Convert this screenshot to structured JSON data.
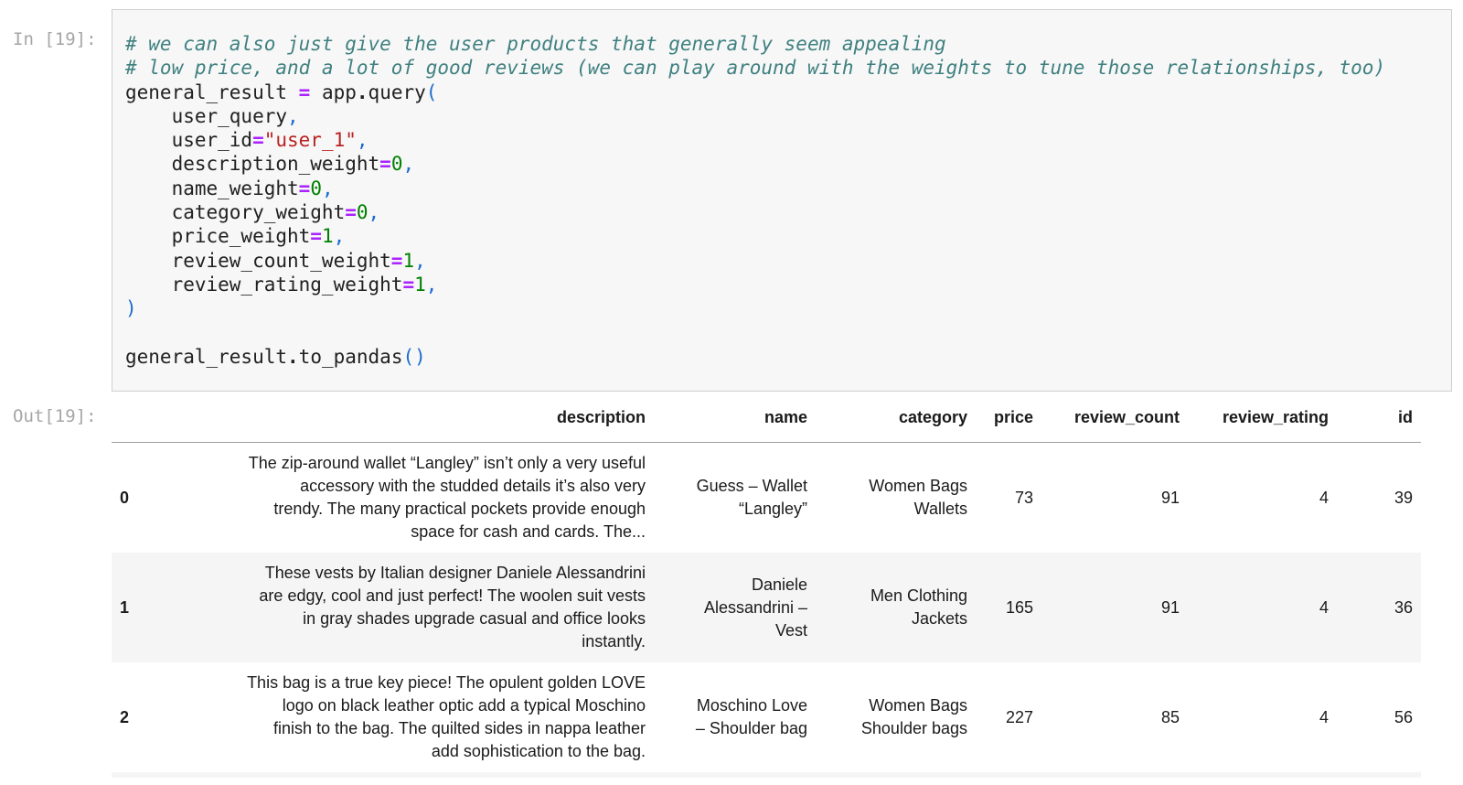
{
  "colors": {
    "cell_bg": "#f7f7f7",
    "cell_border": "#cfcfcf",
    "prompt": "#a6a6a6",
    "code_default": "#212121",
    "comment": "#408080",
    "operator": "#AA22FF",
    "string": "#BA2121",
    "number": "#008000",
    "punctuation": "#1c6ccc",
    "table_stripe": "#f5f5f5",
    "header_border": "#9e9e9e"
  },
  "input_cell": {
    "prompt": "In [19]:",
    "code_lines": [
      [
        [
          "com",
          "# we can also just give the user products that generally seem appealing"
        ]
      ],
      [
        [
          "com",
          "# low price, and a lot of good reviews (we can play around with the weights to tune those relationships, too)"
        ]
      ],
      [
        [
          "txt",
          "general_result "
        ],
        [
          "op",
          "="
        ],
        [
          "txt",
          " app"
        ],
        [
          "dot",
          "."
        ],
        [
          "txt",
          "query"
        ],
        [
          "pun",
          "("
        ]
      ],
      [
        [
          "txt",
          "    user_query"
        ],
        [
          "pun",
          ","
        ]
      ],
      [
        [
          "txt",
          "    user_id"
        ],
        [
          "op",
          "="
        ],
        [
          "str",
          "\"user_1\""
        ],
        [
          "pun",
          ","
        ]
      ],
      [
        [
          "txt",
          "    description_weight"
        ],
        [
          "op",
          "="
        ],
        [
          "num",
          "0"
        ],
        [
          "pun",
          ","
        ]
      ],
      [
        [
          "txt",
          "    name_weight"
        ],
        [
          "op",
          "="
        ],
        [
          "num",
          "0"
        ],
        [
          "pun",
          ","
        ]
      ],
      [
        [
          "txt",
          "    category_weight"
        ],
        [
          "op",
          "="
        ],
        [
          "num",
          "0"
        ],
        [
          "pun",
          ","
        ]
      ],
      [
        [
          "txt",
          "    price_weight"
        ],
        [
          "op",
          "="
        ],
        [
          "num",
          "1"
        ],
        [
          "pun",
          ","
        ]
      ],
      [
        [
          "txt",
          "    review_count_weight"
        ],
        [
          "op",
          "="
        ],
        [
          "num",
          "1"
        ],
        [
          "pun",
          ","
        ]
      ],
      [
        [
          "txt",
          "    review_rating_weight"
        ],
        [
          "op",
          "="
        ],
        [
          "num",
          "1"
        ],
        [
          "pun",
          ","
        ]
      ],
      [
        [
          "pun",
          ")"
        ]
      ],
      [
        [
          "txt",
          ""
        ]
      ],
      [
        [
          "txt",
          "general_result"
        ],
        [
          "dot",
          "."
        ],
        [
          "txt",
          "to_pandas"
        ],
        [
          "pun",
          "()"
        ]
      ]
    ]
  },
  "output_cell": {
    "prompt": "Out[19]:",
    "dataframe": {
      "columns": [
        "description",
        "name",
        "category",
        "price",
        "review_count",
        "review_rating",
        "id"
      ],
      "rows": [
        {
          "index": "0",
          "description": "The zip-around wallet “Langley” isn’t only a very useful\naccessory with the studded details it’s also very\ntrendy. The many practical pockets provide enough\nspace for cash and cards. The...",
          "name": "Guess – Wallet\n“Langley”",
          "category": "Women Bags\nWallets",
          "price": "73",
          "review_count": "91",
          "review_rating": "4",
          "id": "39"
        },
        {
          "index": "1",
          "description": "These vests by Italian designer Daniele Alessandrini\nare edgy, cool and just perfect! The woolen suit vests\nin gray shades upgrade casual and office looks\ninstantly.",
          "name": "Daniele\nAlessandrini –\nVest",
          "category": "Men Clothing\nJackets",
          "price": "165",
          "review_count": "91",
          "review_rating": "4",
          "id": "36"
        },
        {
          "index": "2",
          "description": "This bag is a true key piece! The opulent golden LOVE\nlogo on black leather optic add a typical Moschino\nfinish to the bag. The quilted sides in nappa leather\nadd sophistication to the bag.",
          "name": "Moschino Love\n– Shoulder bag",
          "category": "Women Bags\nShoulder bags",
          "price": "227",
          "review_count": "85",
          "review_rating": "4",
          "id": "56"
        }
      ]
    }
  }
}
